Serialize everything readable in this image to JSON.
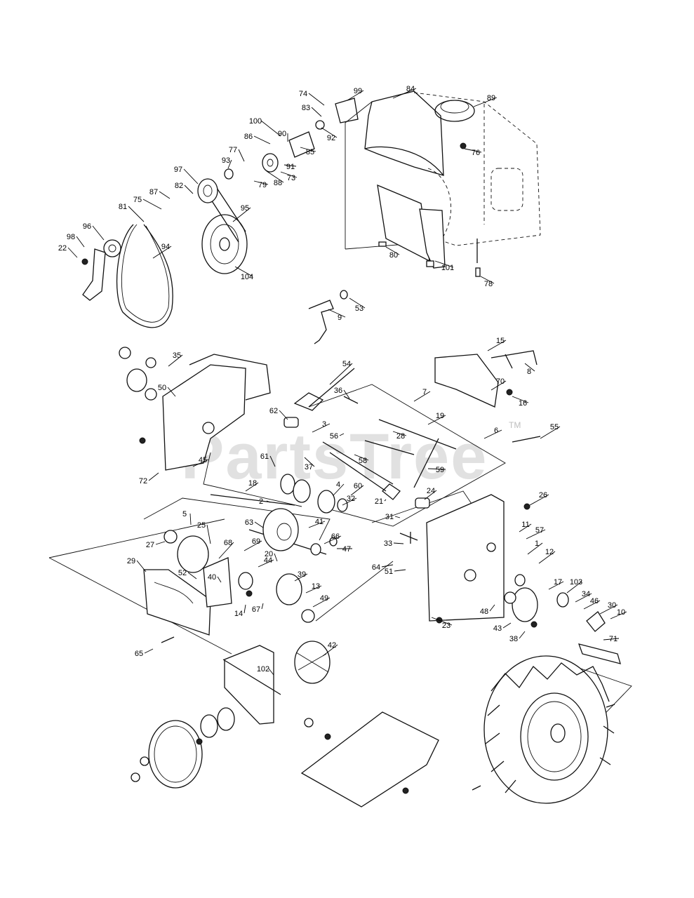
{
  "watermark": {
    "text": "PartsTree",
    "trademark": "TM"
  },
  "callouts": [
    "74",
    "99",
    "84",
    "89",
    "83",
    "92",
    "100",
    "90",
    "86",
    "85",
    "91",
    "73",
    "88",
    "79",
    "77",
    "93",
    "97",
    "82",
    "87",
    "75",
    "81",
    "95",
    "96",
    "98",
    "22",
    "94",
    "104",
    "76",
    "80",
    "101",
    "78",
    "9",
    "53",
    "15",
    "8",
    "54",
    "35",
    "50",
    "36",
    "7",
    "70",
    "16",
    "62",
    "3",
    "56",
    "28",
    "19",
    "6",
    "55",
    "72",
    "45",
    "61",
    "37",
    "58",
    "59",
    "4",
    "60",
    "32",
    "18",
    "2",
    "21",
    "24",
    "31",
    "26",
    "11",
    "57",
    "5",
    "25",
    "27",
    "63",
    "41",
    "66",
    "47",
    "33",
    "64",
    "51",
    "68",
    "69",
    "44",
    "29",
    "52",
    "40",
    "20",
    "39",
    "13",
    "67",
    "14",
    "49",
    "1",
    "12",
    "17",
    "103",
    "34",
    "46",
    "30",
    "10",
    "48",
    "43",
    "38",
    "23",
    "65",
    "71",
    "42",
    "102"
  ]
}
